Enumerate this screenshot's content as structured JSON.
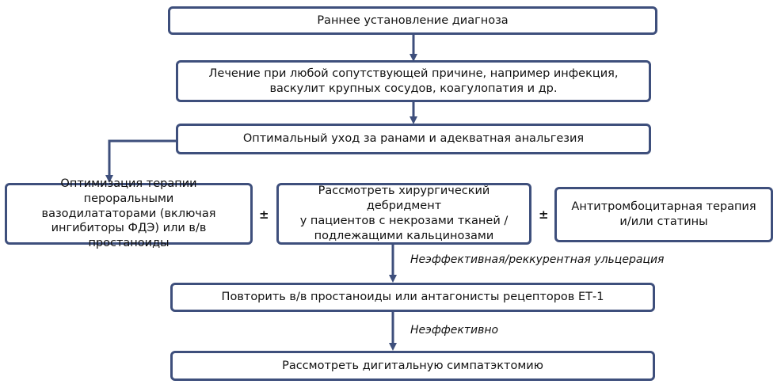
{
  "nodes": {
    "step1": "Раннее установление диагноза",
    "step2": "Лечение при любой сопутствующей причине, например инфекция,\nваскулит крупных сосудов, коагулопатия и др.",
    "step3": "Оптимальный уход за ранами и адекватная анальгезия",
    "opt_left": "Оптимизация терапии пероральными\nвазодилататорами (включая\nингибиторы ФДЭ) или в/в простаноиды",
    "opt_middle": "Рассмотреть хирургический дебридмент\nу пациентов с некрозами тканей /\nподлежащими кальцинозами",
    "opt_right": "Антитромбоцитарная терапия\nи/или статины",
    "step5": "Повторить в/в простаноиды или антагонисты рецепторов ЕТ-1",
    "step6": "Рассмотреть дигитальную симпатэктомию"
  },
  "connectors": {
    "plus_minus_1": "±",
    "plus_minus_2": "±"
  },
  "edge_labels": {
    "ineffective_recurrent": "Неэффективная/реккурентная ульцерация",
    "ineffective": "Неэффективно"
  },
  "colors": {
    "border": "#3e4f7c",
    "arrow": "#3e4f7c"
  }
}
